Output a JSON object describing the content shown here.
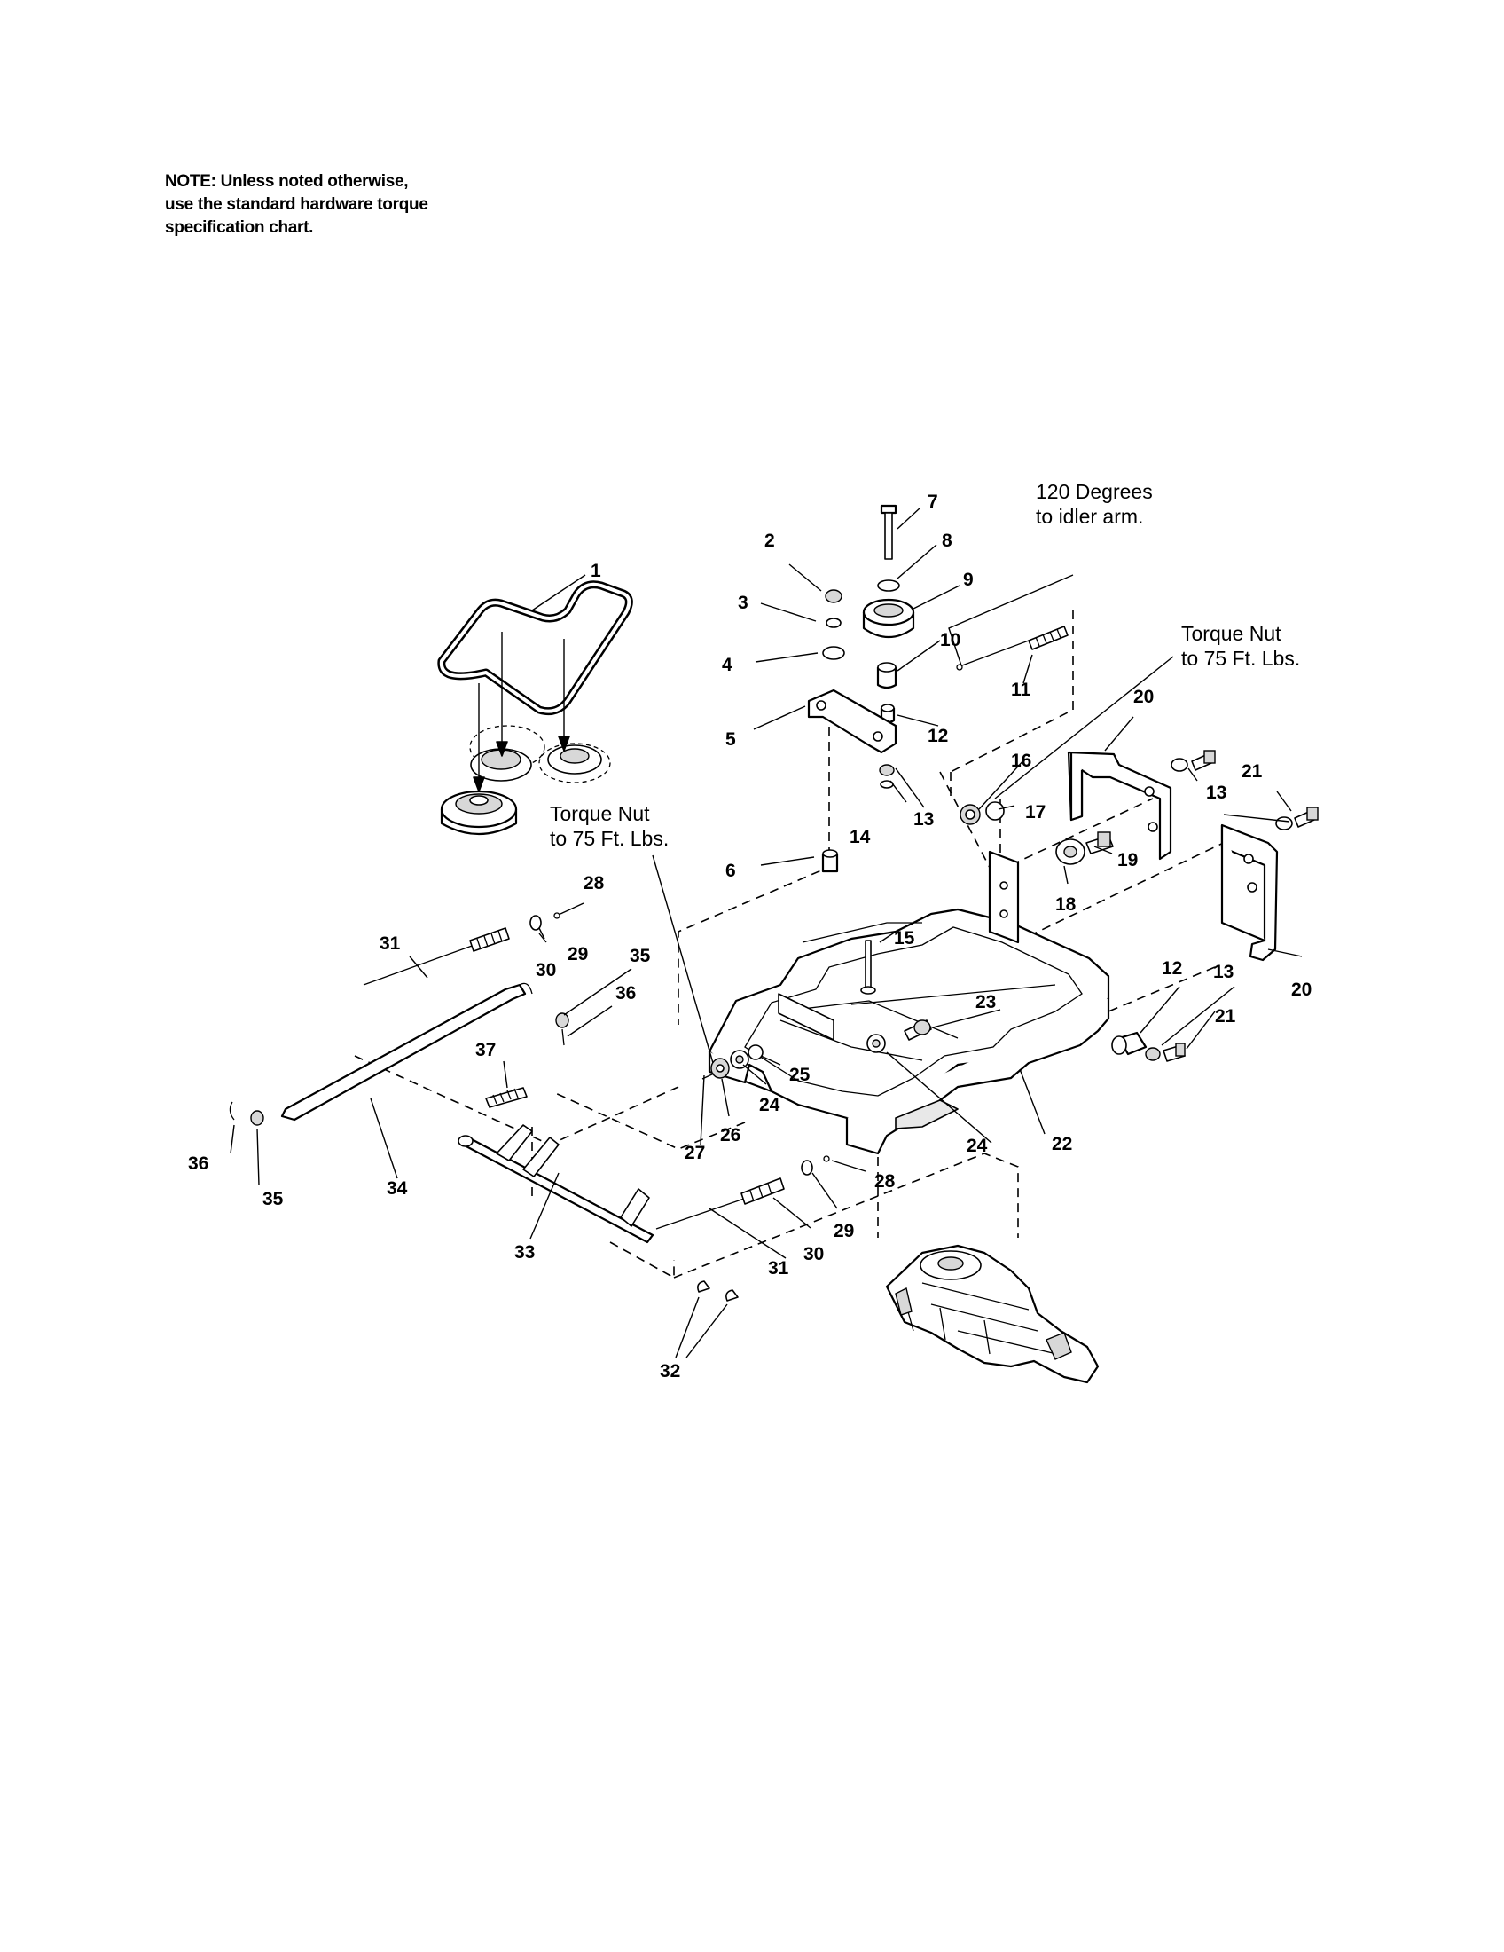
{
  "note": {
    "line1": "NOTE: Unless noted otherwise,",
    "line2": "use the standard hardware torque",
    "line3": "specification chart."
  },
  "annotations": {
    "idler_angle_line1": "120 Degrees",
    "idler_angle_line2": "to idler arm.",
    "torque_right_line1": "Torque Nut",
    "torque_right_line2": "to 75 Ft. Lbs.",
    "torque_left_line1": "Torque Nut",
    "torque_left_line2": "to 75 Ft. Lbs."
  },
  "callouts": {
    "c1": "1",
    "c2": "2",
    "c3": "3",
    "c4": "4",
    "c5": "5",
    "c6": "6",
    "c7": "7",
    "c8": "8",
    "c9": "9",
    "c10": "10",
    "c11": "11",
    "c12a": "12",
    "c12b": "12",
    "c13a": "13",
    "c13b": "13",
    "c13c": "13",
    "c14": "14",
    "c15": "15",
    "c16": "16",
    "c17": "17",
    "c18": "18",
    "c19": "19",
    "c20a": "20",
    "c20b": "20",
    "c21a": "21",
    "c21b": "21",
    "c22": "22",
    "c23": "23",
    "c24a": "24",
    "c24b": "24",
    "c25": "25",
    "c26": "26",
    "c27": "27",
    "c28a": "28",
    "c28b": "28",
    "c29a": "29",
    "c29b": "29",
    "c30a": "30",
    "c30b": "30",
    "c31a": "31",
    "c31b": "31",
    "c32": "32",
    "c33": "33",
    "c34": "34",
    "c35a": "35",
    "c35b": "35",
    "c36a": "36",
    "c36b": "36",
    "c37": "37"
  }
}
